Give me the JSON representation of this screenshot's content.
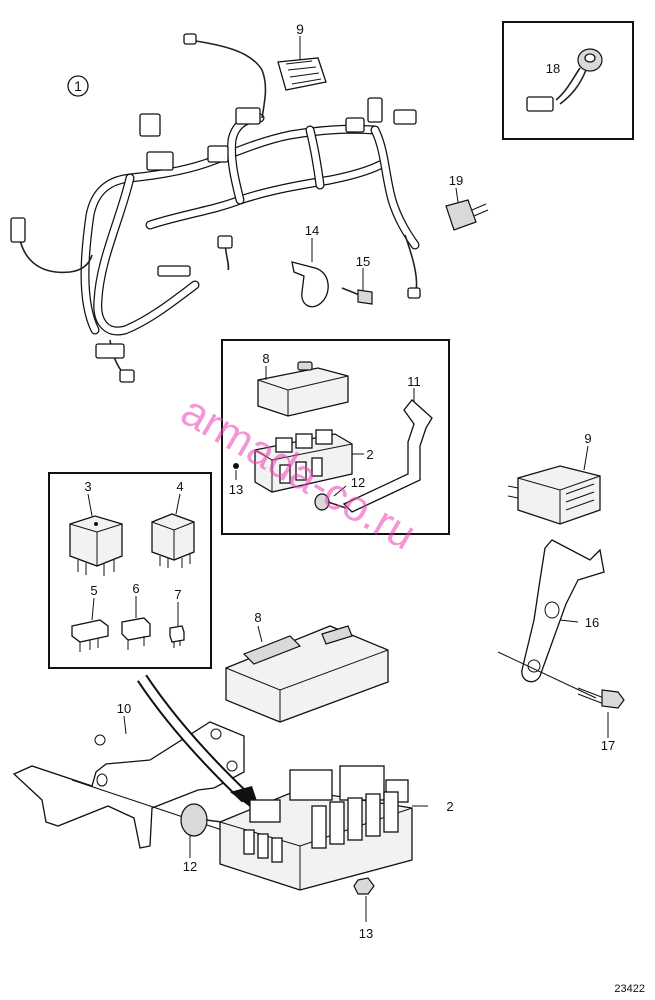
{
  "callouts": {
    "c1": "1",
    "c2_top": "2",
    "c2_bottom": "2",
    "c3": "3",
    "c4": "4",
    "c5": "5",
    "c6": "6",
    "c7": "7",
    "c8_top": "8",
    "c8_bottom": "8",
    "c9_top": "9",
    "c9_right": "9",
    "c10": "10",
    "c11": "11",
    "c12_top": "12",
    "c12_bottom": "12",
    "c13_top": "13",
    "c13_bottom": "13",
    "c14": "14",
    "c15": "15",
    "c16": "16",
    "c17": "17",
    "c18": "18",
    "c19": "19"
  },
  "figure_number": "23422",
  "watermark": "armada-co.ru"
}
